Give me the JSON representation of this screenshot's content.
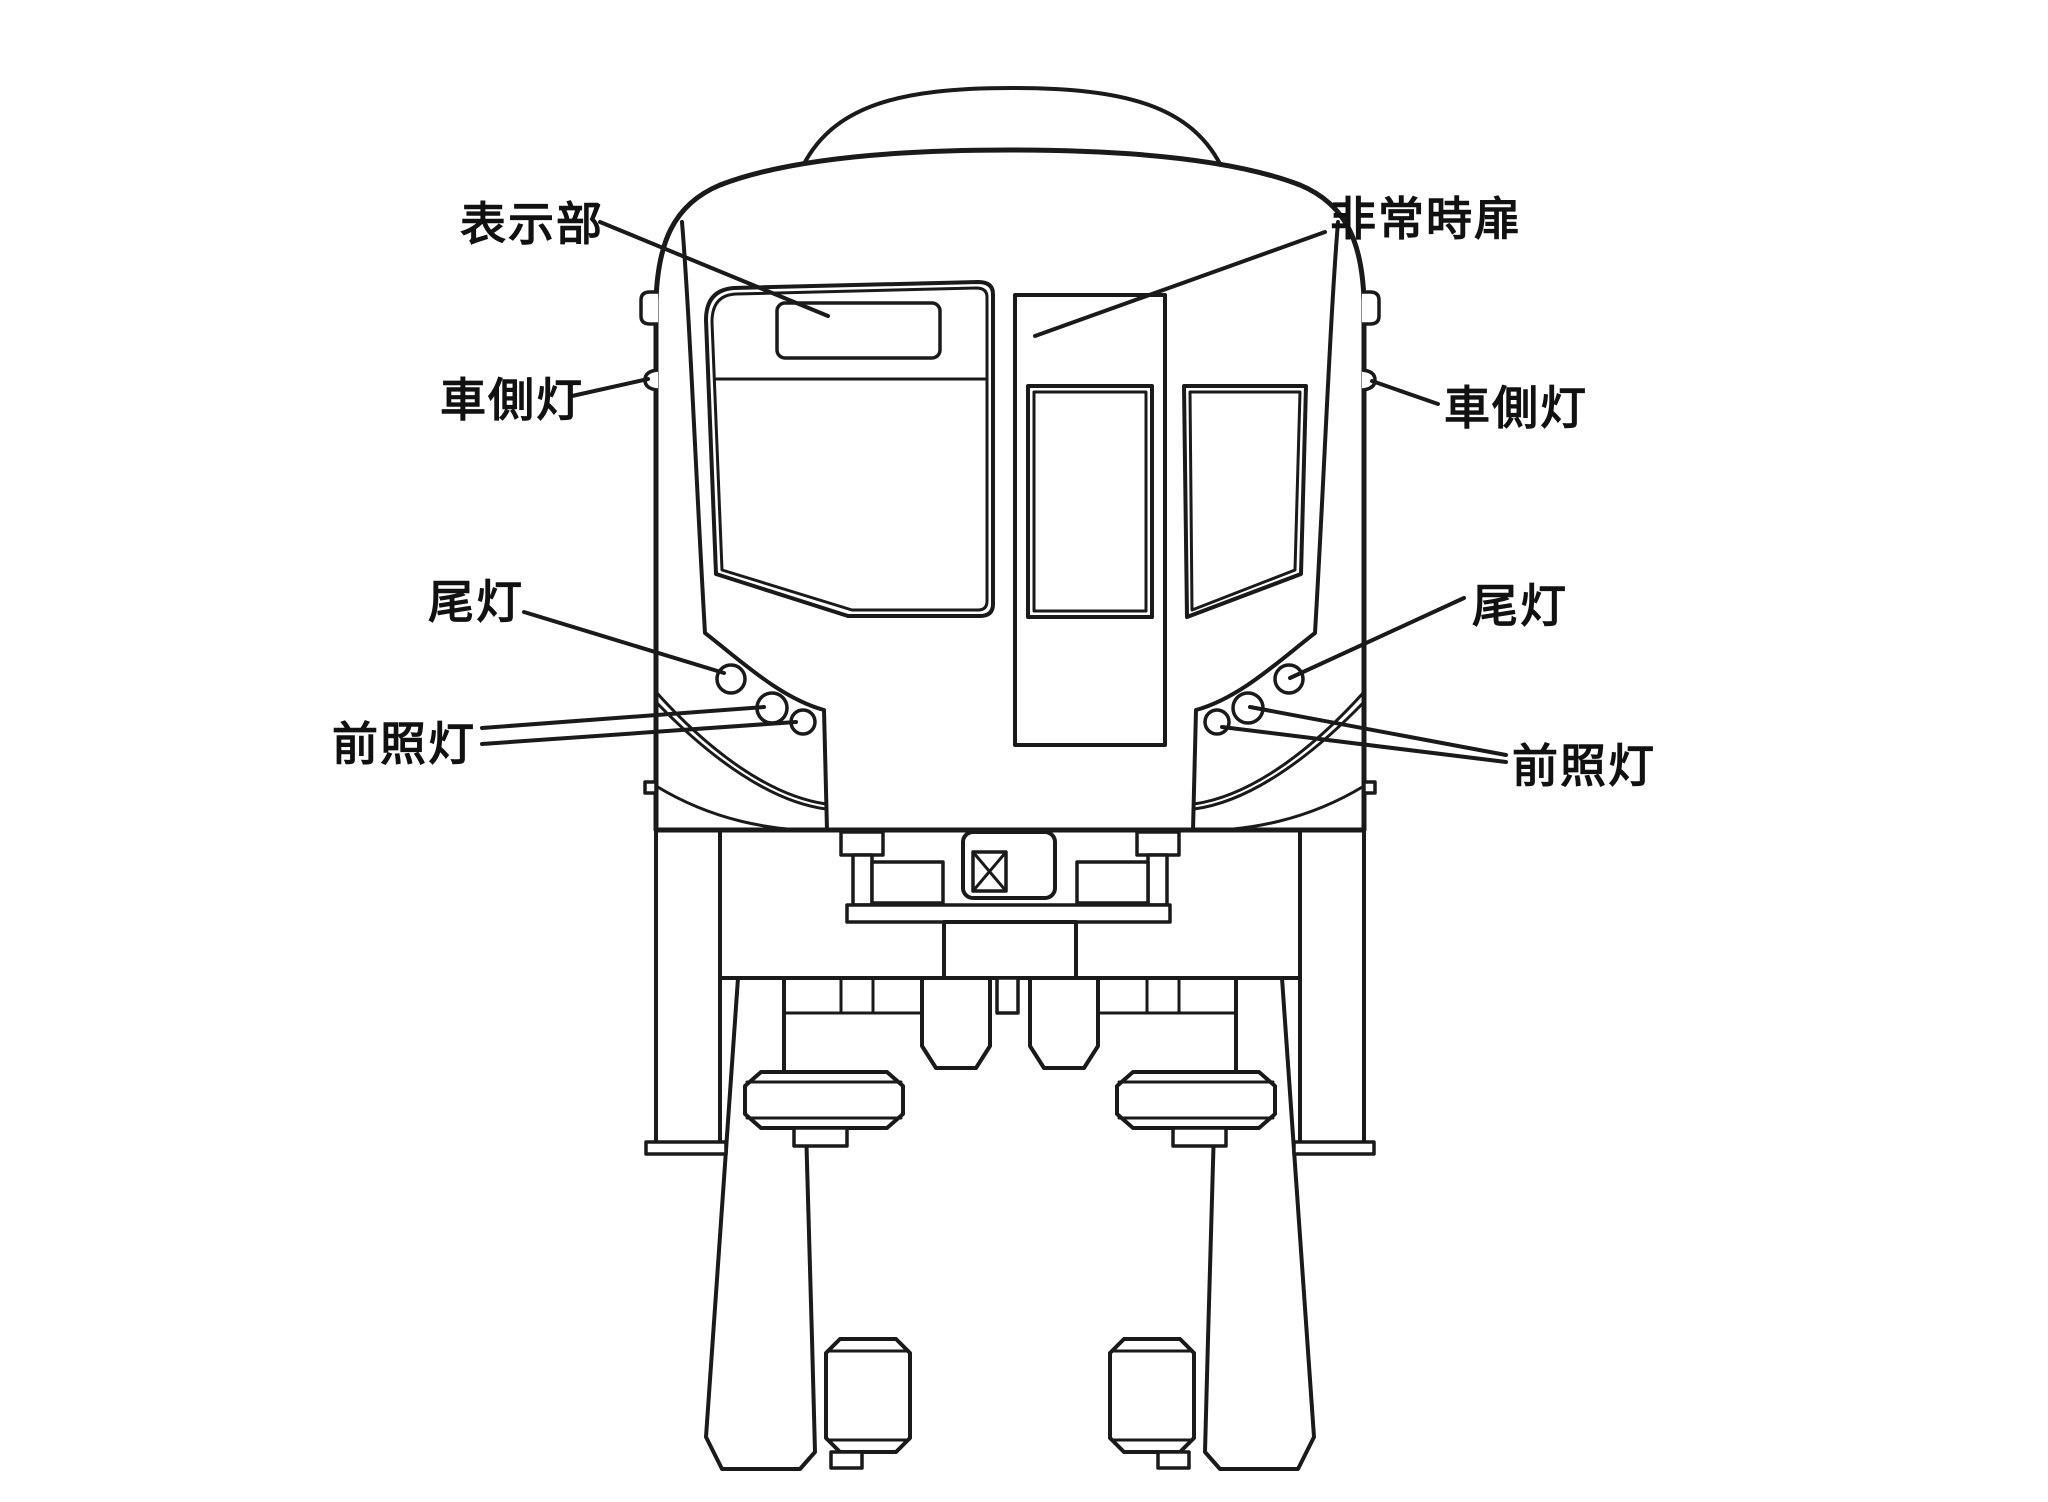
{
  "figure": {
    "type": "technical-line-drawing",
    "subject": "monorail-car-front-view"
  },
  "colors": {
    "background": "#ffffff",
    "line": "#1a1a1a",
    "text": "#111111"
  },
  "labels": {
    "display_section": "表示部",
    "emergency_door": "非常時扉",
    "side_light": "車側灯",
    "tail_light": "尾灯",
    "headlight": "前照灯"
  }
}
